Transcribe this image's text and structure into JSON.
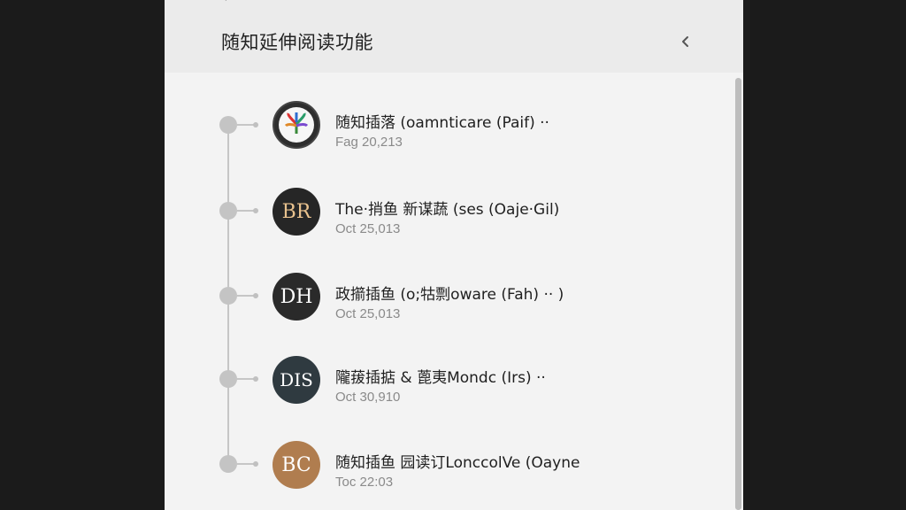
{
  "header": {
    "title": "随知延伸阅读功能",
    "back_icon": "chevron-left-icon"
  },
  "items": [
    {
      "title": "随知插落 (oamnticare (Paif)  ··",
      "date": "Fag 20,213",
      "avatar_text": "",
      "avatar_icon": "leaf-logo-icon",
      "avatar_bg": "#2e2e2e"
    },
    {
      "title": "The·捎鱼 新谋蔬 (ses (Oaje·Gil)",
      "date": "Oct 25,013",
      "avatar_text": "BR",
      "avatar_bg": "#262626"
    },
    {
      "title": "政擶插鱼 (o;牯剽oware (Fah)  ·· )",
      "date": "Oct 25,013",
      "avatar_text": "DH",
      "avatar_bg": "#2a2a2a"
    },
    {
      "title": "隴菝插掂 & 蓖夷Mondc (Irs)  ··",
      "date": "Oct 30,910",
      "avatar_text": "DIS",
      "avatar_bg": "#2f3a40"
    },
    {
      "title": "随知插鱼 园读订LonccolVe (Oayne",
      "date": "Toc 22:03",
      "avatar_text": "BC",
      "avatar_bg": "#b07d4f"
    }
  ],
  "colors": {
    "background": "#1b1b1b",
    "panel": "#f3f3f3",
    "header": "#ebebeb",
    "timeline": "#c6c6c6"
  }
}
